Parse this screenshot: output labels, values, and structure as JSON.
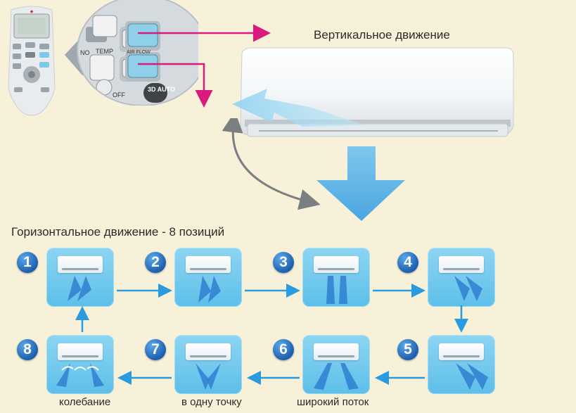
{
  "title_vertical": "Вертикальное движение",
  "title_horizontal": "Горизонтальное движение - 8 позиций",
  "remote": {
    "buttons": [
      "TEMP",
      "AIR FLOW",
      "OFF",
      "3D AUTO"
    ]
  },
  "positions": [
    {
      "number": "1",
      "caption": ""
    },
    {
      "number": "2",
      "caption": ""
    },
    {
      "number": "3",
      "caption": ""
    },
    {
      "number": "4",
      "caption": ""
    },
    {
      "number": "5",
      "caption": ""
    },
    {
      "number": "6",
      "caption": "широкий поток"
    },
    {
      "number": "7",
      "caption": "в одну точку"
    },
    {
      "number": "8",
      "caption": "колебание"
    }
  ],
  "colors": {
    "background": "#f6f1d8",
    "tile": "#6cc6ec",
    "arrow_blue": "#2a9be0",
    "arrow_magenta": "#d81b7d",
    "badge": "#1d5fae"
  }
}
